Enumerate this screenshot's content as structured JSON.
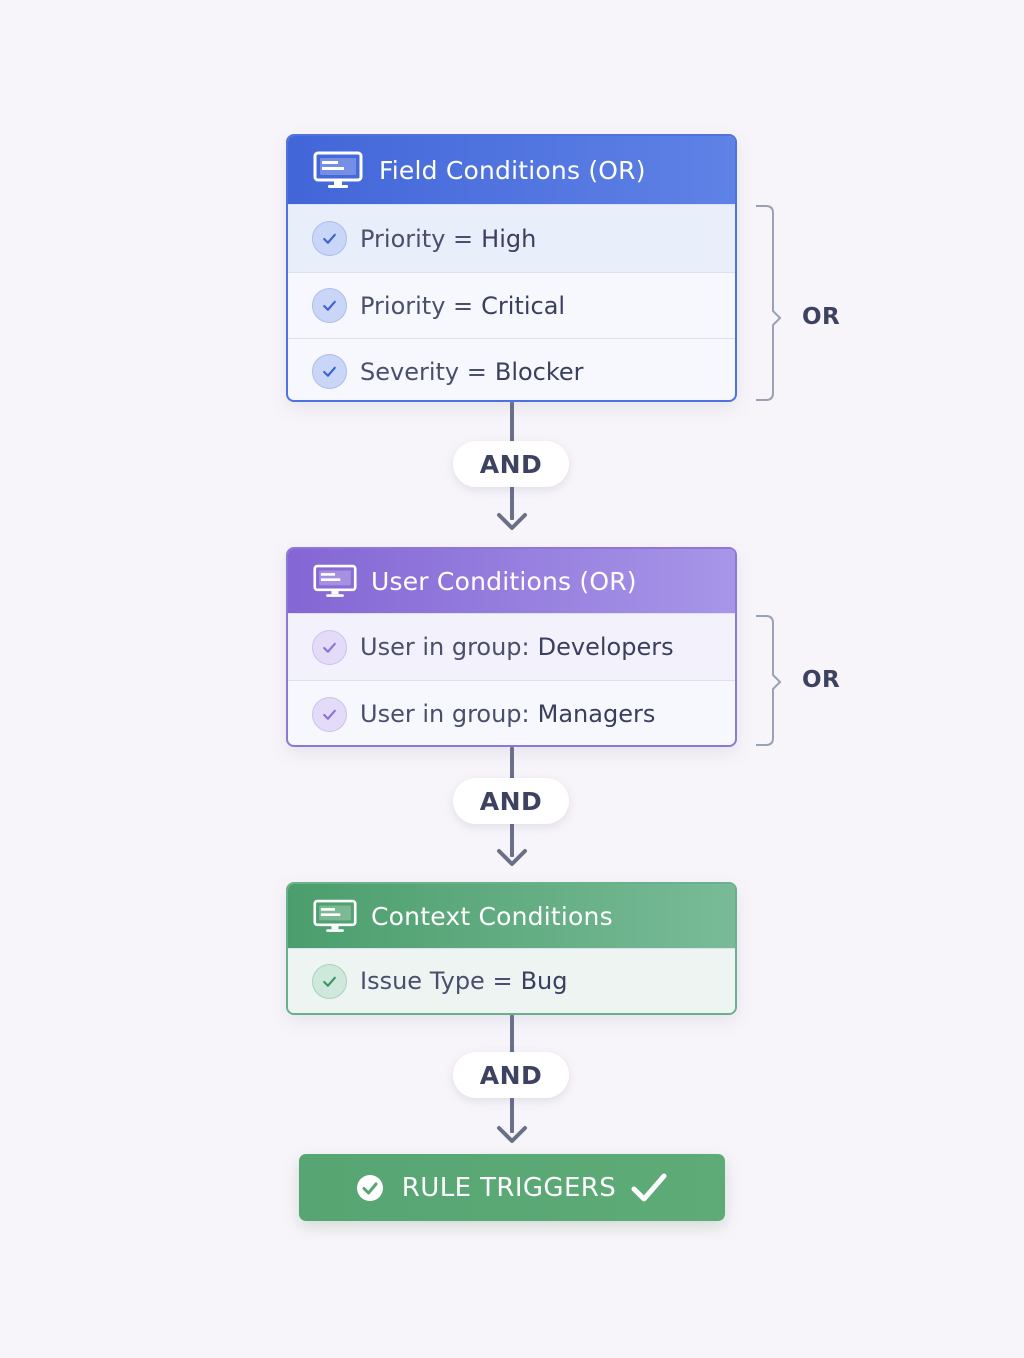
{
  "groups": [
    {
      "title": "Field Conditions (OR)",
      "accent": "#4f72df",
      "icon": "monitor-icon",
      "conditions": [
        {
          "label": "Priority =",
          "value": "High"
        },
        {
          "label": "Priority =",
          "value": "Critical"
        },
        {
          "label": "Severity =",
          "value": "Blocker"
        }
      ],
      "combinator": "OR"
    },
    {
      "title": "User Conditions (OR)",
      "accent": "#8e78d6",
      "icon": "monitor-icon",
      "conditions": [
        {
          "label": "User in group:",
          "value": "Developers"
        },
        {
          "label": "User in group:",
          "value": "Managers"
        }
      ],
      "combinator": "OR"
    },
    {
      "title": "Context Conditions",
      "accent": "#6ab08b",
      "icon": "monitor-icon",
      "conditions": [
        {
          "label": "Issue Type =",
          "value": "Bug"
        }
      ]
    }
  ],
  "connectors": [
    "AND",
    "AND",
    "AND"
  ],
  "result": {
    "label": "RULE TRIGGERS",
    "color": "#56a572",
    "icons": [
      "check-circle-icon",
      "checkmark-icon"
    ]
  }
}
